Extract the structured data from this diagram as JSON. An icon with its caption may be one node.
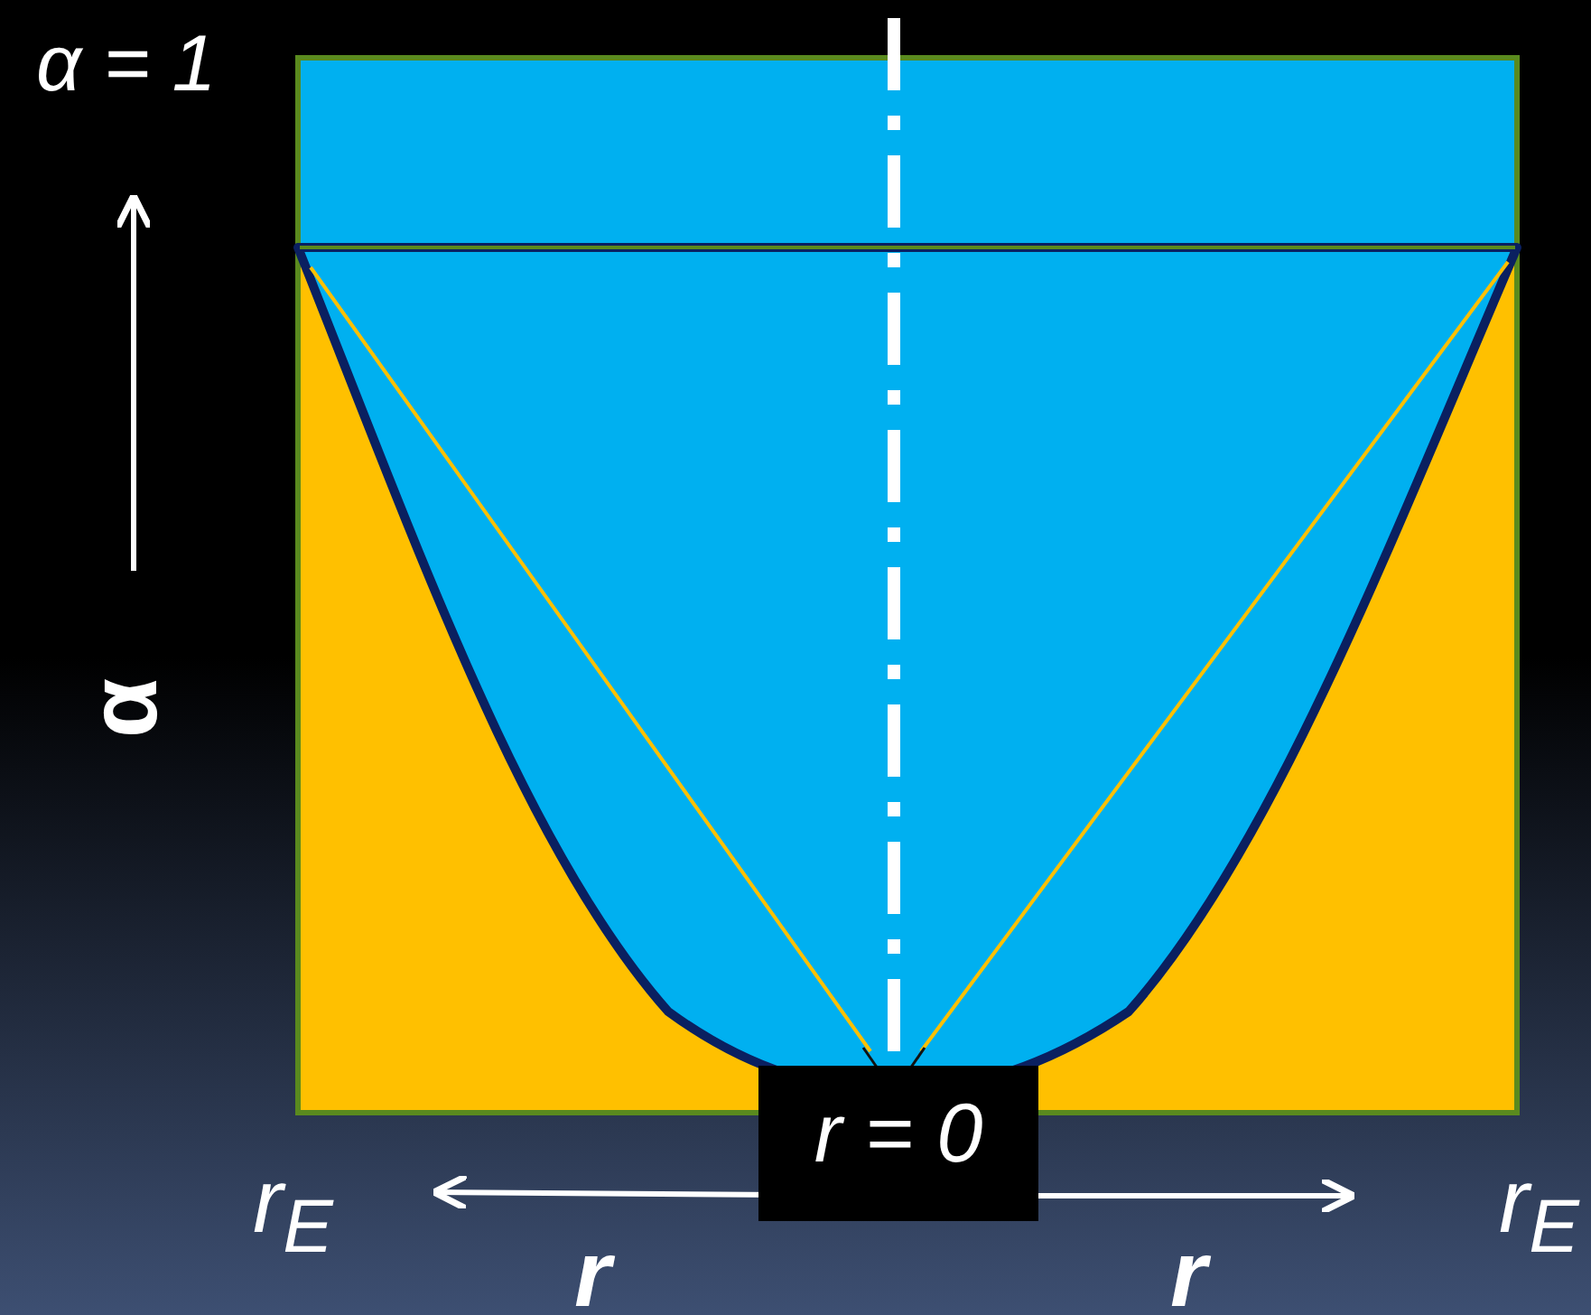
{
  "diagram": {
    "labels": [
      "α = 1",
      "α",
      "r = 0",
      "r$_{E}$",
      "r$_{E}$",
      "r",
      "r"
    ]
  }
}
